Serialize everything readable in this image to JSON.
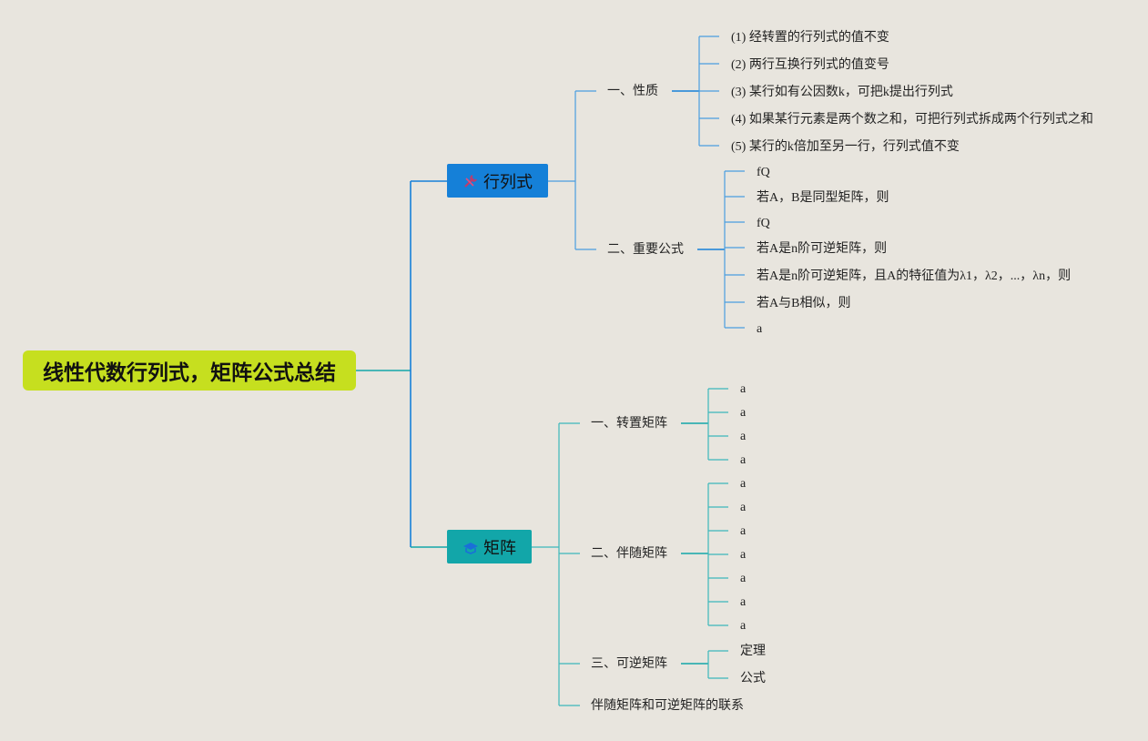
{
  "root": {
    "title": "线性代数行列式，矩阵公式总结"
  },
  "branches": [
    {
      "label": "行列式",
      "icon": "tools-icon",
      "color": "#1580d8",
      "children": [
        {
          "label": "一、性质",
          "leaves": [
            "(1) 经转置的行列式的值不变",
            "(2) 两行互换行列式的值变号",
            "(3) 某行如有公因数k，可把k提出行列式",
            "(4) 如果某行元素是两个数之和，可把行列式拆成两个行列式之和",
            "(5) 某行的k倍加至另一行，行列式值不变"
          ]
        },
        {
          "label": "二、重要公式",
          "leaves": [
            "fQ",
            "若A，B是同型矩阵，则",
            "fQ",
            "若A是n阶可逆矩阵，则",
            "若A是n阶可逆矩阵，且A的特征值为λ1，λ2，...，λn，则",
            "若A与B相似，则",
            "a"
          ]
        }
      ]
    },
    {
      "label": "矩阵",
      "icon": "graduation-cap-icon",
      "color": "#12a6a9",
      "children": [
        {
          "label": "一、转置矩阵",
          "leaves": [
            "a",
            "a",
            "a",
            "a"
          ]
        },
        {
          "label": "二、伴随矩阵",
          "leaves": [
            "a",
            "a",
            "a",
            "a",
            "a",
            "a",
            "a"
          ]
        },
        {
          "label": "三、可逆矩阵",
          "leaves": [
            "定理",
            "公式"
          ]
        },
        {
          "label": "伴随矩阵和可逆矩阵的联系",
          "leaves": []
        }
      ]
    }
  ]
}
